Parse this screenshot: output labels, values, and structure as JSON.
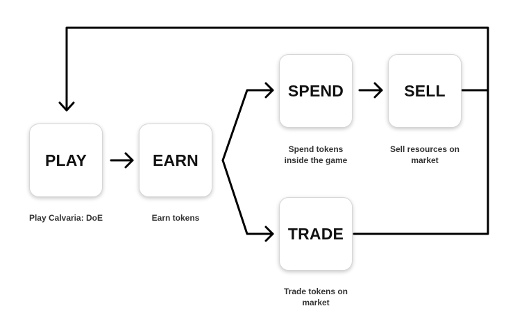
{
  "nodes": {
    "play": {
      "label": "PLAY",
      "caption": [
        "Play Calvaria: DoE"
      ]
    },
    "earn": {
      "label": "EARN",
      "caption": [
        "Earn tokens"
      ]
    },
    "spend": {
      "label": "SPEND",
      "caption": [
        "Spend tokens",
        "inside the game"
      ]
    },
    "sell": {
      "label": "SELL",
      "caption": [
        "Sell resources on",
        "market"
      ]
    },
    "trade": {
      "label": "TRADE",
      "caption": [
        "Trade tokens on",
        "market"
      ]
    }
  },
  "edges": [
    {
      "from": "PLAY",
      "to": "EARN"
    },
    {
      "from": "EARN",
      "to": "SPEND"
    },
    {
      "from": "EARN",
      "to": "TRADE"
    },
    {
      "from": "SPEND",
      "to": "SELL"
    },
    {
      "from": "SELL",
      "to": "PLAY"
    },
    {
      "from": "TRADE",
      "to": "PLAY"
    }
  ],
  "colors": {
    "line": "#000000",
    "box_border": "#d6d6d6",
    "text": "#111111",
    "caption": "#333333"
  }
}
